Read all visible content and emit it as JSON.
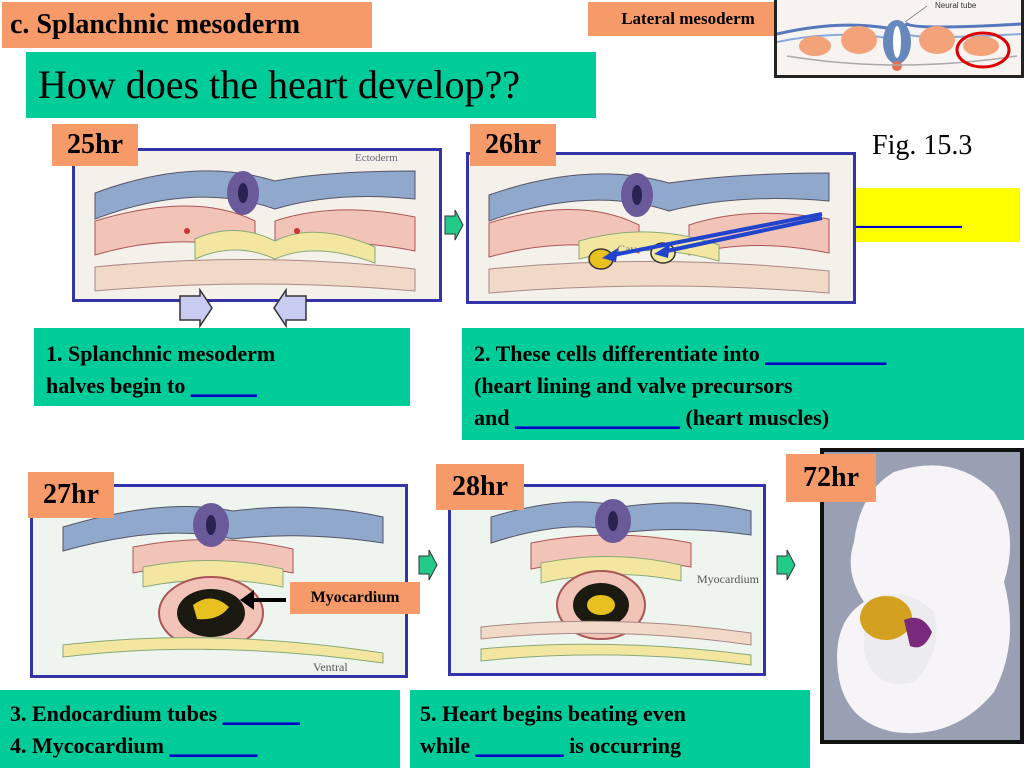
{
  "slide": {
    "section_title": "c. Splanchnic mesoderm",
    "question": "How does the heart develop??",
    "lateral_label": "Lateral mesoderm",
    "inset_label": "Neural tube",
    "fig_label": "Fig. 15.3",
    "answer_blank": "____________"
  },
  "stages": {
    "s25": "25hr",
    "s26": "26hr",
    "s27": "27hr",
    "s28": "28hr",
    "s72": "72hr"
  },
  "diagram_labels": {
    "ectoderm": "Ectoderm",
    "myocardium_28": "Myocardium",
    "ventral_27": "Ventral",
    "myocardium_callout": "Myocardium",
    "cav": "Cav"
  },
  "boxes": {
    "b1_line1": "1. Splanchnic mesoderm",
    "b1_line2_pre": "halves begin to ",
    "b1_line2_blank": "______",
    "b2_line1_pre": "2. These cells differentiate into ",
    "b2_line1_blank": "___________",
    "b2_line2": "(heart lining and valve precursors",
    "b2_line3_pre": "and ",
    "b2_line3_blank": "_______________",
    "b2_line3_post": " (heart muscles)",
    "b3_line1_pre": "3. Endocardium tubes ",
    "b3_line1_blank": "_______",
    "b3_line2_pre": "4. Mycocardium ",
    "b3_line2_blank": "________",
    "b5_line1": "5. Heart begins beating even",
    "b5_line2_pre": "while ",
    "b5_line2_blank": "________",
    "b5_line2_post": " is occurring"
  },
  "colors": {
    "orange": "#f79a6a",
    "teal": "#00cc99",
    "yellow": "#ffff00",
    "panel_border": "#3333aa",
    "blank_blue": "#0000cc"
  }
}
